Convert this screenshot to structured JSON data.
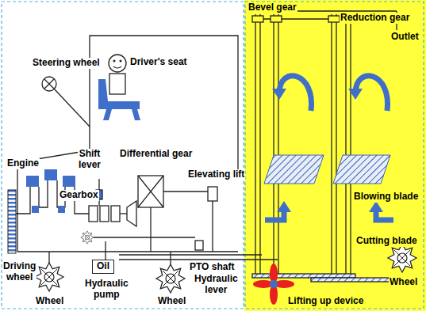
{
  "diagram": {
    "nodes": [
      {
        "text": [
          "Oil"
        ]
      }
    ],
    "labels": [
      "Bevel gear",
      "Reduction gear",
      "Outlet",
      "Steering wheel",
      "Driver's seat",
      "Engine",
      "Shift lever",
      "Differential gear",
      "Elevating lift",
      "Gearbox",
      "Blowing blade",
      "Cutting blade",
      "PTO shaft",
      "Driving wheel",
      "Hydraulic pump",
      "Hydraulic lever",
      "Wheel",
      "Wheel",
      "Wheel",
      "Lifting up device"
    ]
  }
}
